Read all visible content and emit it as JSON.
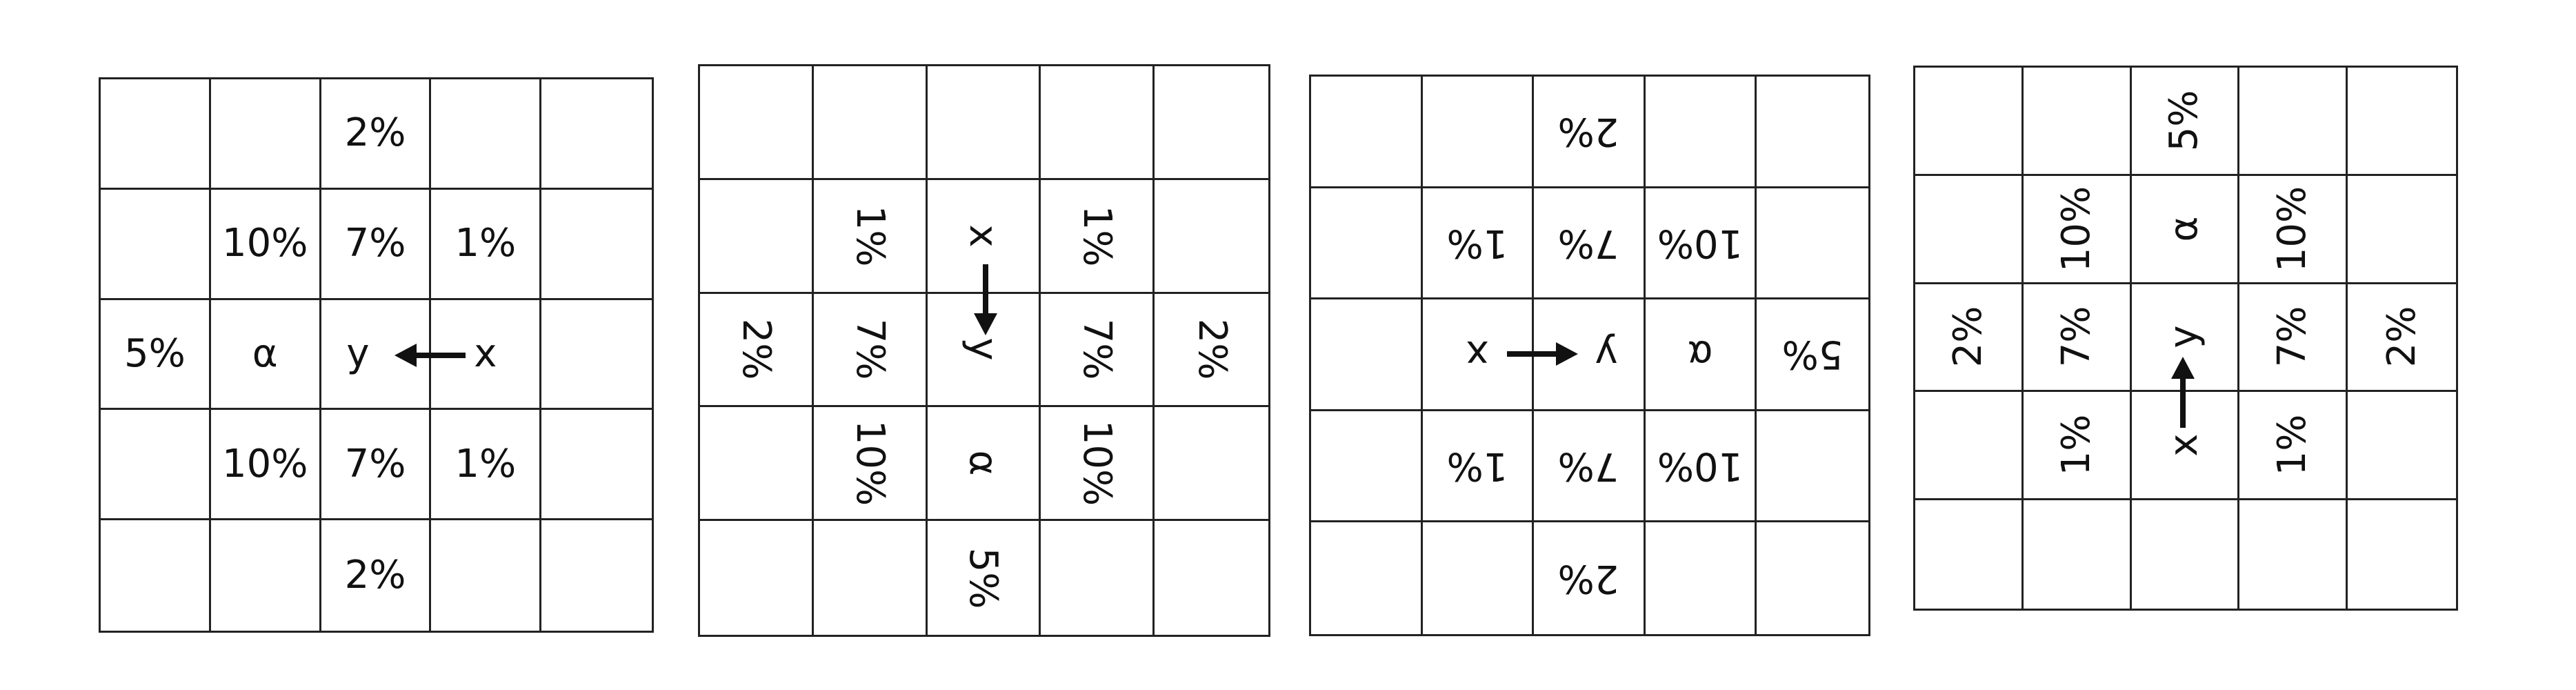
{
  "panels": [
    {
      "cells": [
        [
          "",
          "",
          "2%",
          "",
          ""
        ],
        [
          "",
          "10%",
          "7%",
          "1%",
          ""
        ],
        [
          "5%",
          "α",
          "y",
          "x",
          ""
        ],
        [
          "",
          "10%",
          "7%",
          "1%",
          ""
        ],
        [
          "",
          "",
          "2%",
          "",
          ""
        ]
      ],
      "arrow_direction": "left"
    },
    {
      "cells": [
        [
          "",
          "",
          "",
          "",
          ""
        ],
        [
          "",
          "1%",
          "x",
          "1%",
          ""
        ],
        [
          "2%",
          "7%",
          "y",
          "7%",
          "2%"
        ],
        [
          "",
          "10%",
          "α",
          "10%",
          ""
        ],
        [
          "",
          "",
          "5%",
          "",
          ""
        ]
      ],
      "arrow_direction": "down"
    },
    {
      "cells": [
        [
          "",
          "",
          "2%",
          "",
          ""
        ],
        [
          "",
          "1%",
          "7%",
          "10%",
          ""
        ],
        [
          "",
          "x",
          "y",
          "α",
          "5%"
        ],
        [
          "",
          "1%",
          "7%",
          "10%",
          ""
        ],
        [
          "",
          "",
          "2%",
          "",
          ""
        ]
      ],
      "arrow_direction": "right"
    },
    {
      "cells": [
        [
          "",
          "",
          "5%",
          "",
          ""
        ],
        [
          "",
          "10%",
          "α",
          "10%",
          ""
        ],
        [
          "2%",
          "7%",
          "y",
          "7%",
          "2%"
        ],
        [
          "",
          "1%",
          "x",
          "1%",
          ""
        ],
        [
          "",
          "",
          "",
          "",
          ""
        ]
      ],
      "arrow_direction": "up"
    }
  ],
  "colors": {
    "line": "#222222",
    "text": "#111111"
  }
}
